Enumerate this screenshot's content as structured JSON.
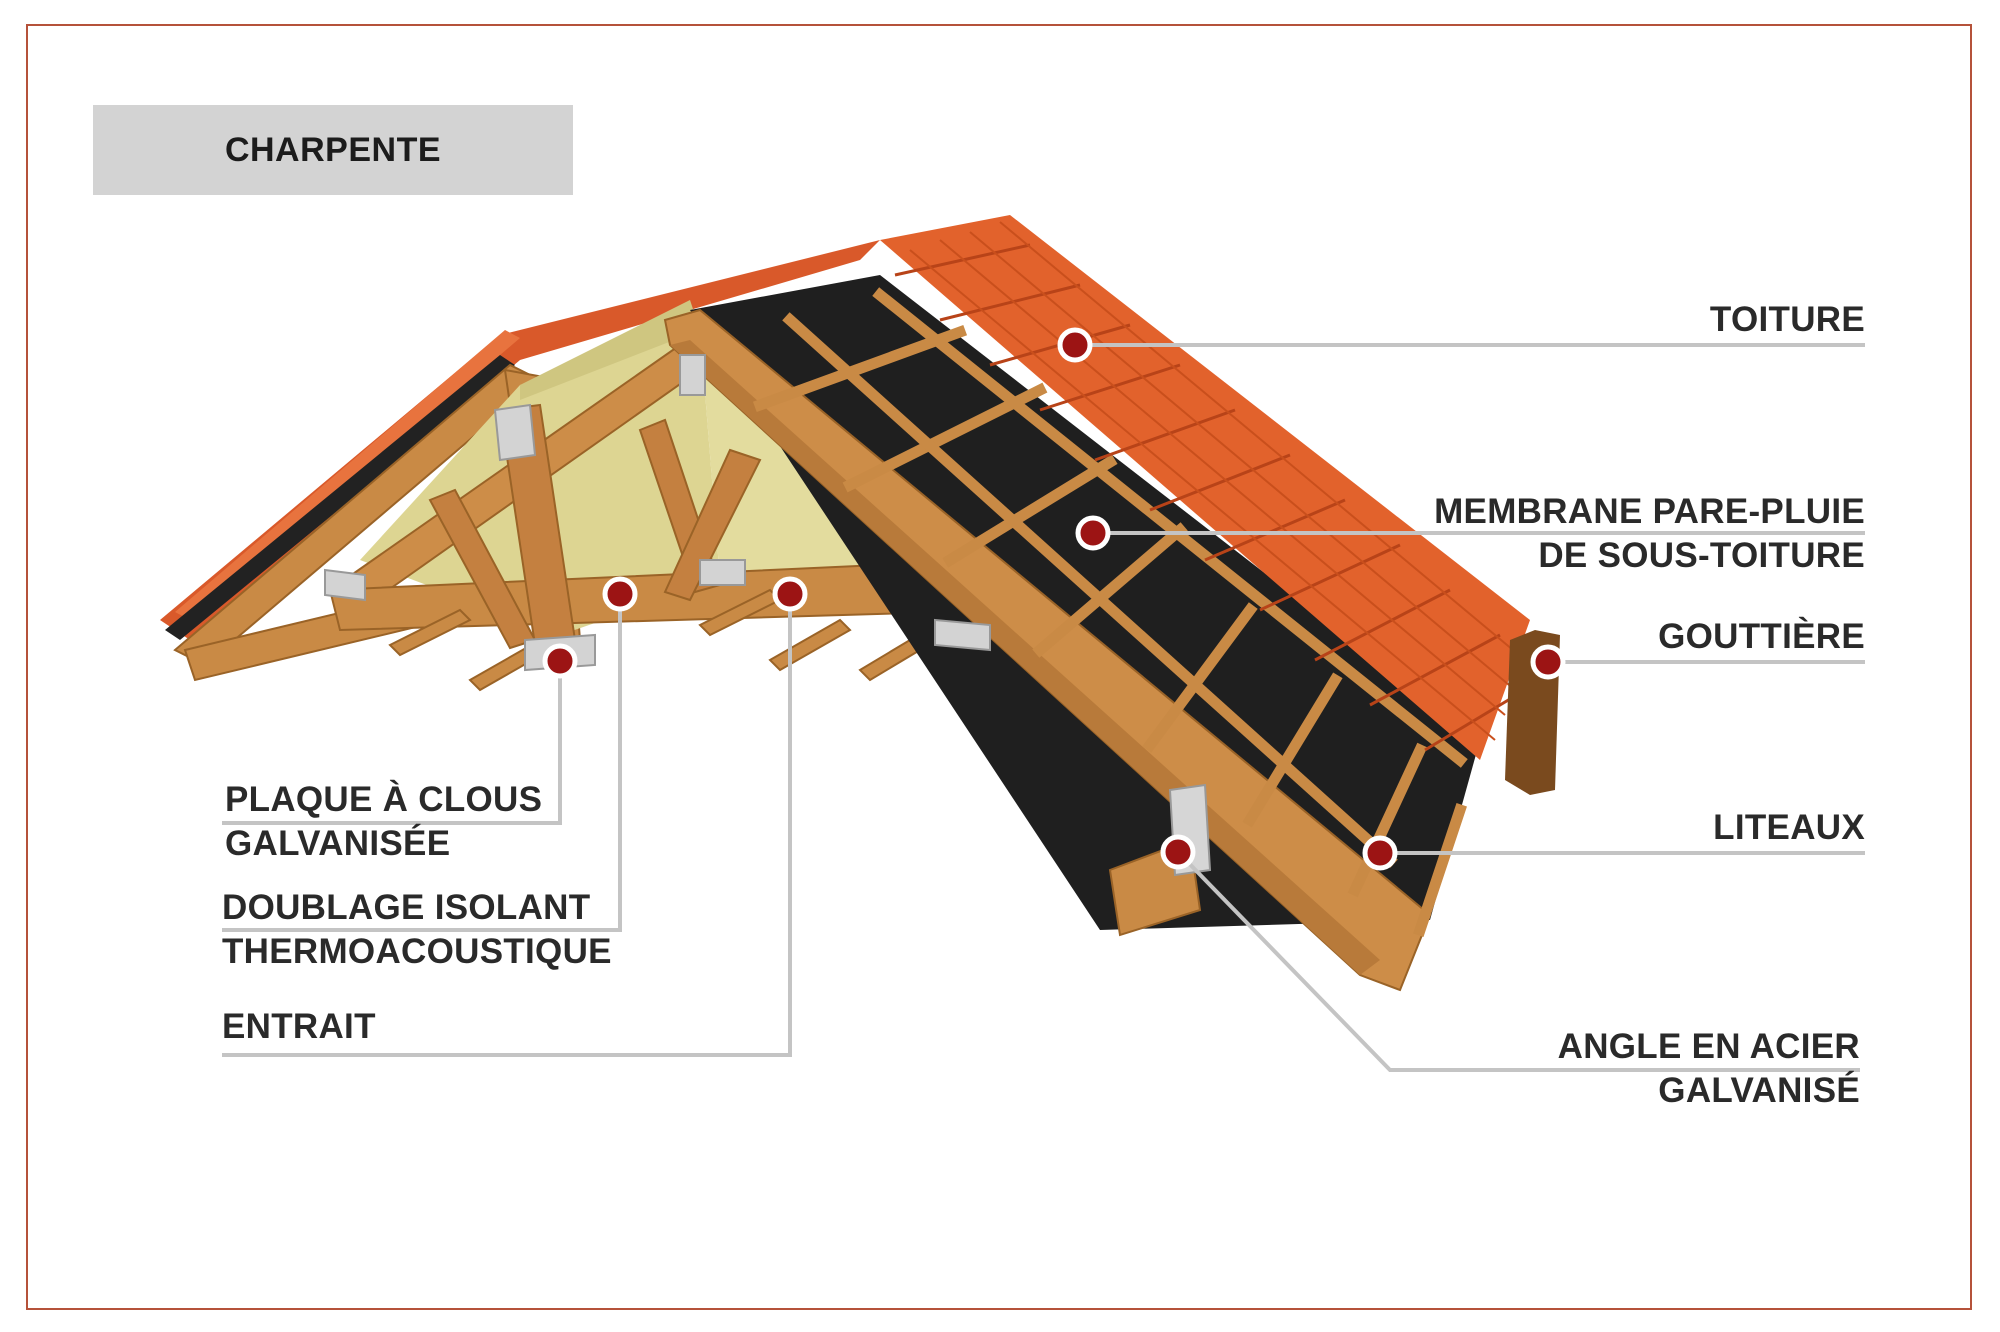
{
  "title": "CHARPENTE",
  "colors": {
    "frame": "#b5523a",
    "title_bg": "#d3d3d3",
    "tiles": "#e2622c",
    "tiles_dark": "#b84318",
    "membrane": "#1f1f1f",
    "wood": "#c98a45",
    "wood_dark": "#9a6327",
    "insulation": "#ddd592",
    "gutter": "#7a4a1e",
    "marker": "#9c1414",
    "leader": "#c4c4c4"
  },
  "labels": {
    "toiture": [
      "TOITURE"
    ],
    "membrane": [
      "MEMBRANE PARE-PLUIE",
      "DE SOUS-TOITURE"
    ],
    "gouttiere": [
      "GOUTTIÈRE"
    ],
    "liteaux": [
      "LITEAUX"
    ],
    "angle": [
      "ANGLE EN ACIER",
      "GALVANISÉ"
    ],
    "plaque": [
      "PLAQUE À CLOUS",
      "GALVANISÉE"
    ],
    "doublage": [
      "DOUBLAGE ISOLANT",
      "THERMOACOUSTIQUE"
    ],
    "entrait": [
      "ENTRAIT"
    ]
  }
}
